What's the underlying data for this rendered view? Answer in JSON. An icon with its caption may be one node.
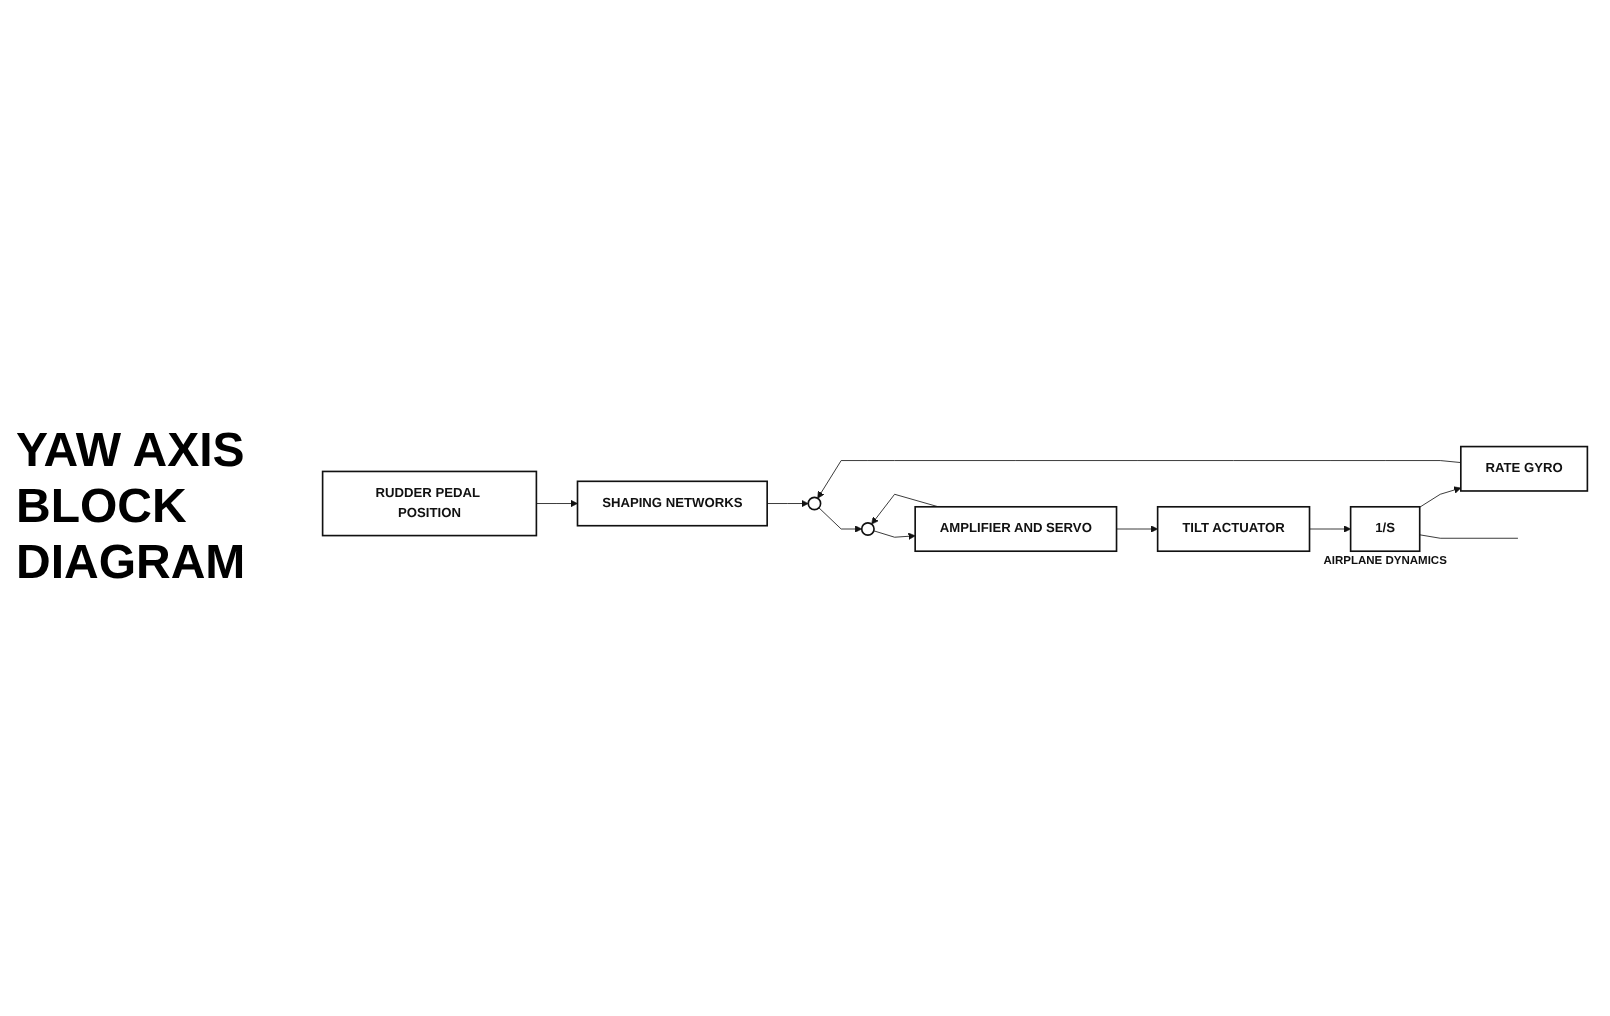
{
  "diagram": {
    "title": "YAW AXIS BLOCK DIAGRAM",
    "nodes": [
      {
        "text": [
          "RUDDER PEDAL POSITION"
        ]
      },
      {
        "text": [
          "SHAPING NETWORKS"
        ]
      },
      {
        "text": [],
        "shape": "circle"
      },
      {
        "text": [],
        "shape": "circle"
      },
      {
        "text": [
          "AMPLIFIER AND SERVO"
        ]
      },
      {
        "text": [
          "RATE GYRO"
        ]
      },
      {
        "text": [
          "TILT ACTUATOR"
        ]
      },
      {
        "text": [
          "1/S"
        ],
        "beside": [
          "AIRPLANE DYNAMICS"
        ]
      }
    ],
    "edges": [
      {
        "from": 0,
        "to": 1,
        "arrow": "to"
      },
      {
        "from": 1,
        "to": 2,
        "arrow": "to"
      },
      {
        "from": 2,
        "to": 3,
        "arrow": "to"
      },
      {
        "from": 3,
        "to": 4,
        "arrow": "to"
      },
      {
        "from": 4,
        "to": 6,
        "arrow": "to"
      },
      {
        "from": 4,
        "to": 3,
        "arrow": "to"
      },
      {
        "from": 6,
        "to": 7,
        "arrow": "to"
      },
      {
        "from": 7,
        "to": 5,
        "arrow": "to"
      },
      {
        "from": 5,
        "to": 2,
        "arrow": "to"
      },
      {
        "from": 7,
        "to": null,
        "arrow": "none"
      }
    ]
  }
}
